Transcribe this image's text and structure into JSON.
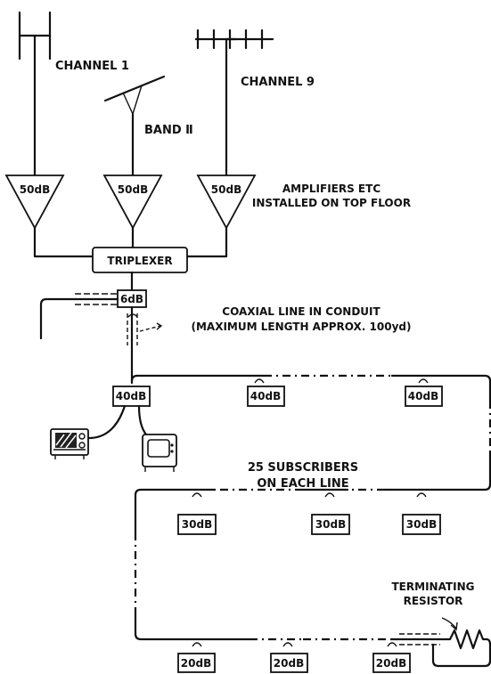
{
  "antennas": {
    "channel1": "CHANNEL 1",
    "band2": "BAND Ⅱ",
    "channel9": "CHANNEL 9"
  },
  "amplifiers": {
    "gains": [
      "50dB",
      "50dB",
      "50dB"
    ],
    "note_line1": "AMPLIFIERS ETC",
    "note_line2": "INSTALLED ON TOP FLOOR"
  },
  "triplexer": "TRIPLEXER",
  "splitter": "6dB",
  "coax_note": {
    "line1": "COAXIAL LINE IN CONDUIT",
    "line2": "(MAXIMUM LENGTH APPROX. 100yd)"
  },
  "row1_taps": [
    "40dB",
    "40dB",
    "40dB"
  ],
  "subscribers_note": {
    "line1": "25 SUBSCRIBERS",
    "line2": "ON EACH LINE"
  },
  "row2_taps": [
    "30dB",
    "30dB",
    "30dB"
  ],
  "row3_taps": [
    "20dB",
    "20dB",
    "20dB"
  ],
  "terminating": {
    "line1": "TERMINATING",
    "line2": "RESISTOR"
  }
}
